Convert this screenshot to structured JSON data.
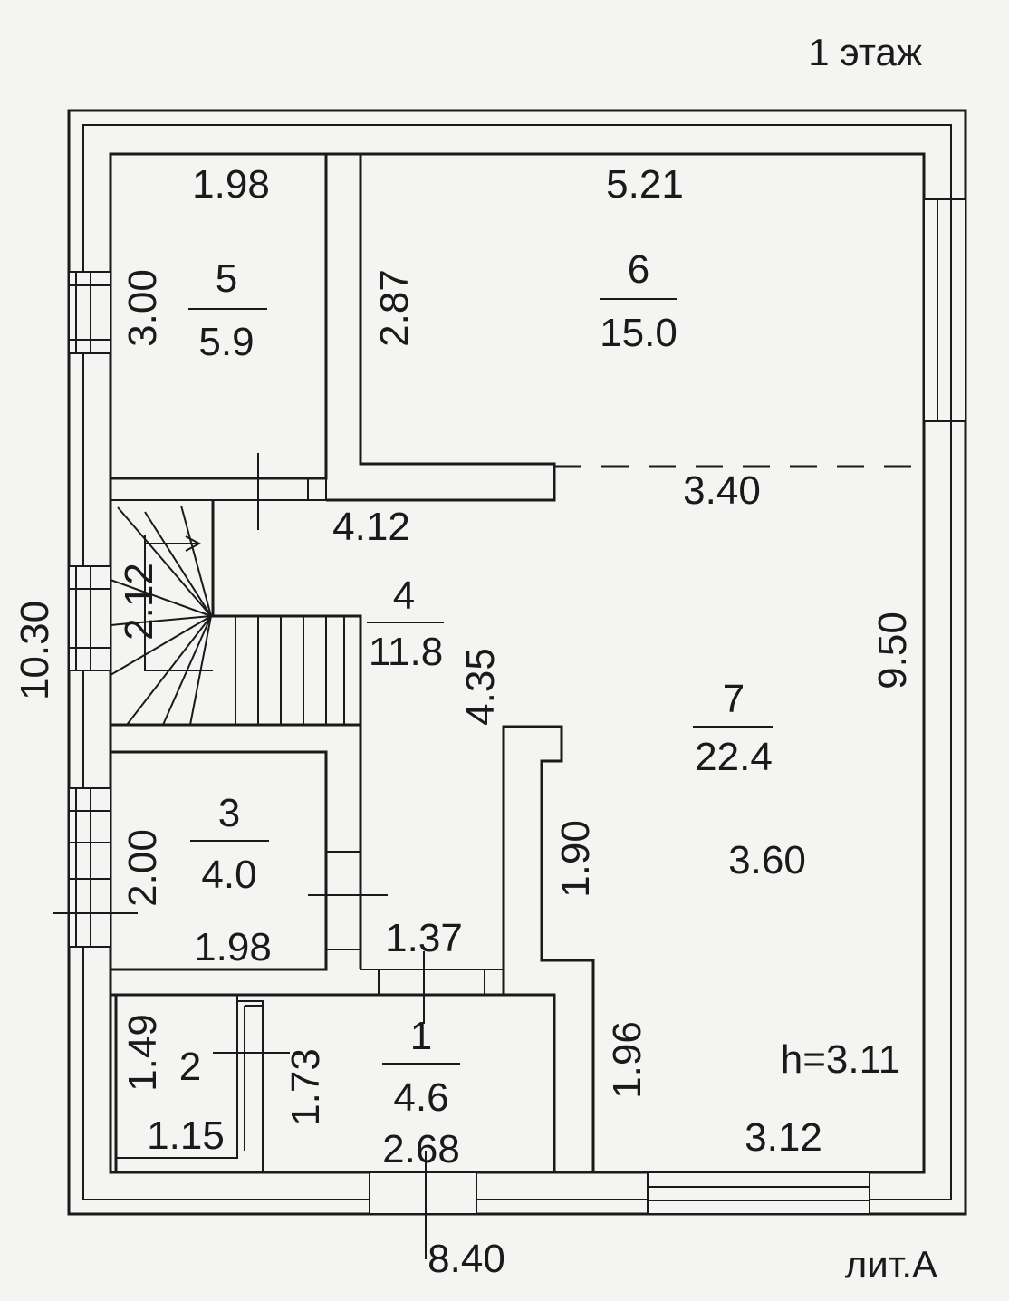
{
  "title": "1 этаж",
  "letter": "лит.А",
  "height": "h=3.11",
  "rooms": [
    {
      "num": "1",
      "area": "4.6"
    },
    {
      "num": "2",
      "area": ""
    },
    {
      "num": "3",
      "area": "4.0"
    },
    {
      "num": "4",
      "area": "11.8"
    },
    {
      "num": "5",
      "area": "5.9"
    },
    {
      "num": "6",
      "area": "15.0"
    },
    {
      "num": "7",
      "area": "22.4"
    }
  ],
  "dims": {
    "room5_width": "1.98",
    "room5_depth": "3.00",
    "room6_width": "5.21",
    "room6_depth": "2.87",
    "room7_top": "3.40",
    "hall_width": "4.12",
    "stair_depth": "2.12",
    "hall_depth": "4.35",
    "building_depth": "10.30",
    "room7_depth": "9.50",
    "room3_depth": "2.00",
    "room3_width": "1.98",
    "passage_width": "1.37",
    "niche_depth": "1.90",
    "room7_mid": "3.60",
    "room2_depth": "1.49",
    "room2_width": "1.15",
    "room1_depth": "1.73",
    "room1_width": "2.68",
    "room7_lower": "1.96",
    "room7_bottom": "3.12",
    "building_width": "8.40"
  }
}
